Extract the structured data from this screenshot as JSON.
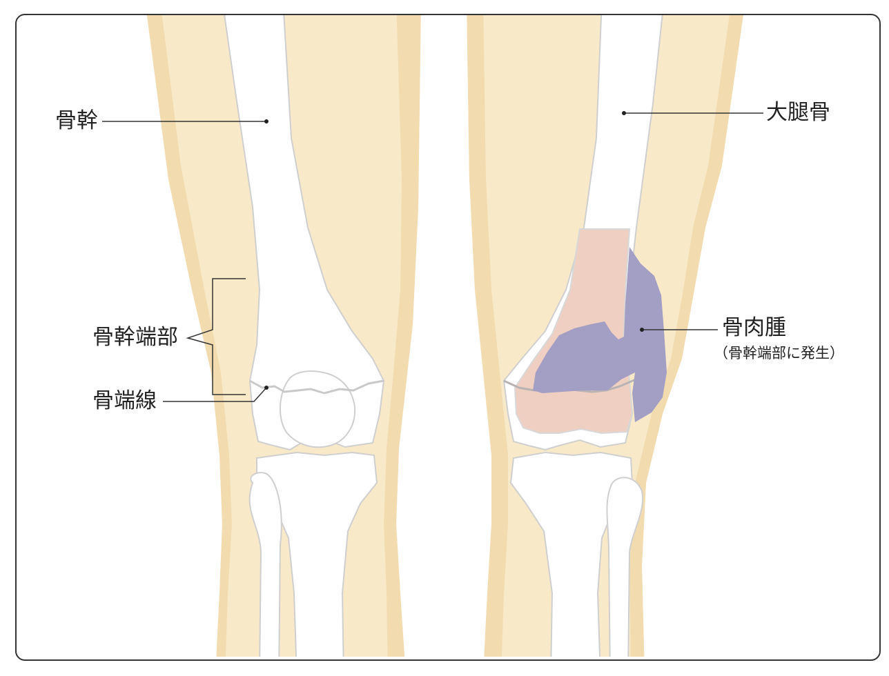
{
  "labels": {
    "diaphysis": "骨幹",
    "femur": "大腿骨",
    "metaphysis": "骨幹端部",
    "epiphyseal_line": "骨端線",
    "osteosarcoma": "骨肉腫",
    "osteosarcoma_note": "（骨幹端部に発生）"
  },
  "colors": {
    "skin": "#f8e9c9",
    "skin_shade": "#f2dcaf",
    "bone": "#ffffff",
    "bone_outline": "#cfcfcf",
    "tumor_marrow": "#efcfc1",
    "tumor_mass": "#a39ec3",
    "leader_line": "#333333",
    "frame": "#333333"
  }
}
